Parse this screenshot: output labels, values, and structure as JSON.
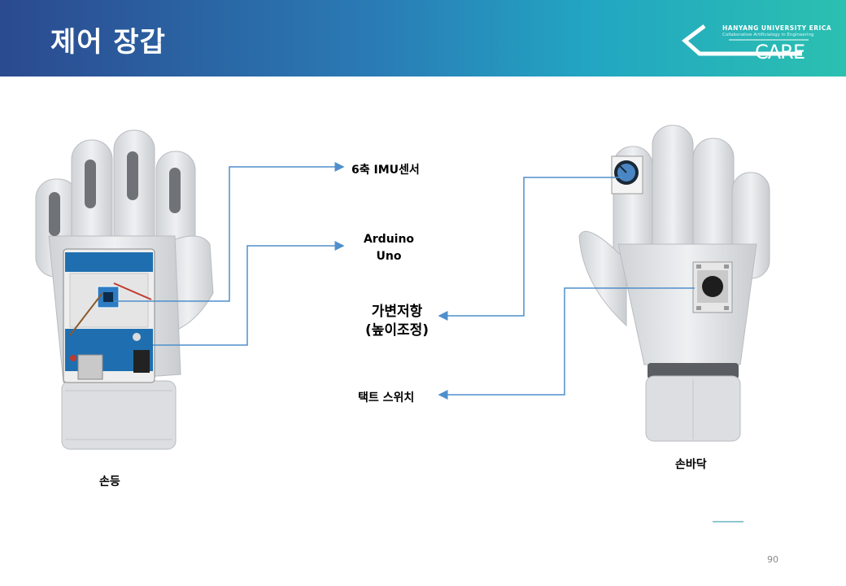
{
  "header": {
    "title": "제어 장갑"
  },
  "logo": {
    "university": "HANYANG UNIVERSITY ERICA",
    "subtitle": "Collaborative Artificialogy in Engineering",
    "brand": "CARE"
  },
  "labels": {
    "imu": "6축 IMU센서",
    "arduino_line1": "Arduino",
    "arduino_line2": "Uno",
    "pot_line1": "가변저항",
    "pot_line2": "(높이조정)",
    "tact": "택트 스위치",
    "back_of_hand": "손등",
    "palm": "손바닥"
  },
  "page_number": "90",
  "colors": {
    "arrow": "#4f8fcb",
    "header_start": "#2b4a8f",
    "header_end": "#2bc0b0"
  }
}
